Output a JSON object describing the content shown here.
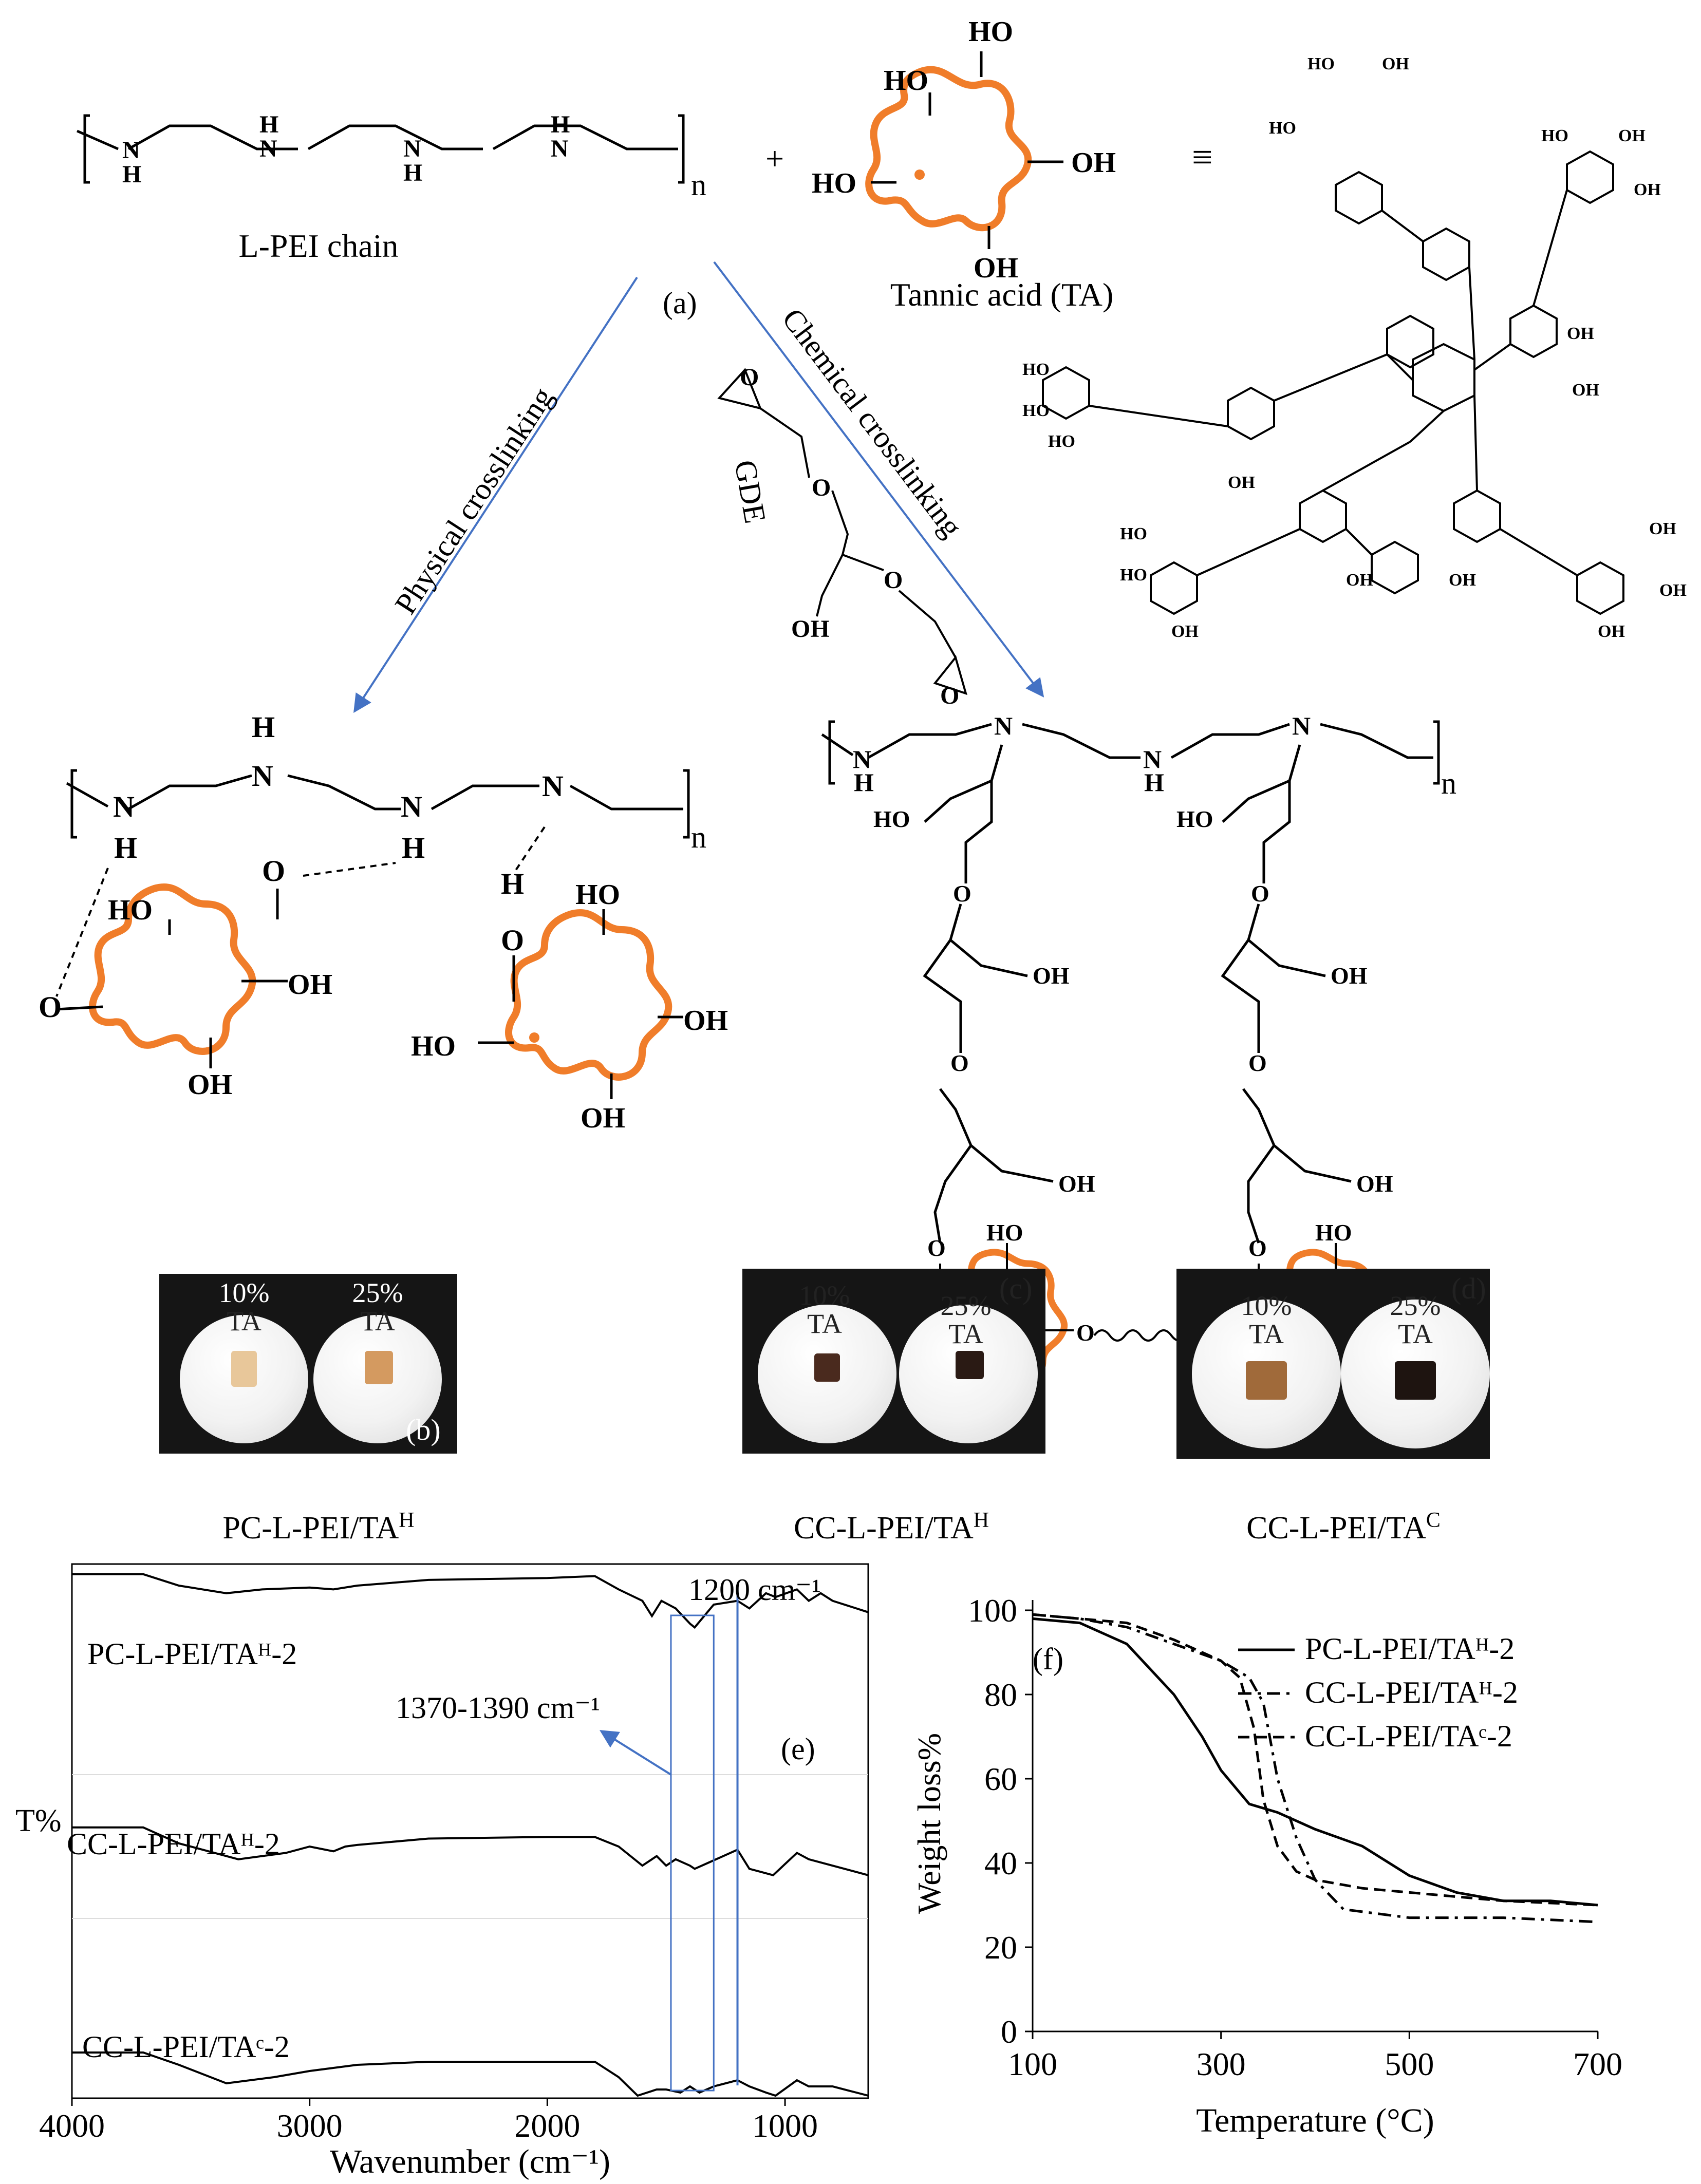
{
  "scheme": {
    "lpei_label": "L-PEI chain",
    "ta_label": "Tannic acid (TA)",
    "equiv_symbol": "≡",
    "plus": "+",
    "subscript_n": "n",
    "step_label": "(a)",
    "physical": "Physical crosslinking",
    "chemical": "Chemical crosslinking",
    "gde": "GDE",
    "atoms": {
      "N": "N",
      "H": "H",
      "O": "O",
      "HO": "HO",
      "OH": "OH"
    }
  },
  "photos": [
    {
      "id": "b",
      "panel": "(b)",
      "caption": "PC-L-PEI/TA",
      "caption_sup": "H",
      "samples": [
        {
          "pct": "10%",
          "ta": "TA",
          "color": "#e8c79a"
        },
        {
          "pct": "25%",
          "ta": "TA",
          "color": "#d49a60"
        }
      ]
    },
    {
      "id": "c",
      "panel": "(c)",
      "caption": "CC-L-PEI/TA",
      "caption_sup": "H",
      "samples": [
        {
          "pct": "10%",
          "ta": "TA",
          "color": "#4a2a1e"
        },
        {
          "pct": "25%",
          "ta": "TA",
          "color": "#2a1a14"
        }
      ]
    },
    {
      "id": "d",
      "panel": "(d)",
      "caption": "CC-L-PEI/TA",
      "caption_sup": "C",
      "samples": [
        {
          "pct": "10%",
          "ta": "TA",
          "color": "#a06a3a"
        },
        {
          "pct": "25%",
          "ta": "TA",
          "color": "#1e1410"
        }
      ]
    }
  ],
  "chart_data": [
    {
      "type": "line",
      "panel": "(e)",
      "ylabel": "T%",
      "xlabel": "Wavenumber (cm⁻¹)",
      "xlim": [
        4000,
        650
      ],
      "xticks": [
        "4000",
        "3000",
        "2000",
        "1000"
      ],
      "annotations": [
        "1200 cm⁻¹",
        "1370-1390 cm⁻¹"
      ],
      "series": [
        {
          "name": "PC-L-PEI/TAᴴ-2",
          "x": [
            4000,
            3700,
            3550,
            3350,
            3200,
            3000,
            2900,
            2800,
            2500,
            2000,
            1800,
            1700,
            1600,
            1560,
            1520,
            1460,
            1400,
            1380,
            1340,
            1300,
            1200,
            1150,
            1080,
            1040,
            950,
            900,
            850,
            800,
            700,
            650
          ],
          "y": [
            96,
            96,
            90,
            86,
            88,
            89,
            88,
            90,
            93,
            94,
            95,
            88,
            82,
            74,
            82,
            78,
            70,
            68,
            74,
            80,
            82,
            78,
            86,
            84,
            88,
            82,
            86,
            82,
            78,
            76
          ]
        },
        {
          "name": "CC-L-PEI/TAᴴ-2",
          "x": [
            4000,
            3700,
            3550,
            3300,
            3100,
            3000,
            2900,
            2850,
            2800,
            2500,
            2000,
            1800,
            1700,
            1600,
            1540,
            1500,
            1460,
            1400,
            1380,
            1320,
            1200,
            1150,
            1100,
            1050,
            950,
            900,
            800,
            700,
            650
          ],
          "y": [
            62,
            62,
            52,
            42,
            46,
            50,
            47,
            50,
            51,
            55,
            56,
            56,
            50,
            38,
            44,
            38,
            42,
            38,
            36,
            40,
            48,
            36,
            34,
            32,
            46,
            42,
            38,
            34,
            32
          ]
        },
        {
          "name": "CC-L-PEI/TAᶜ-2",
          "x": [
            4000,
            3700,
            3550,
            3350,
            3150,
            3000,
            2900,
            2800,
            2500,
            2000,
            1800,
            1700,
            1620,
            1580,
            1540,
            1500,
            1440,
            1400,
            1360,
            1300,
            1200,
            1150,
            1080,
            1040,
            950,
            900,
            800,
            700,
            650
          ],
          "y": [
            28,
            28,
            20,
            8,
            12,
            16,
            18,
            20,
            22,
            22,
            22,
            12,
            0,
            2,
            4,
            4,
            2,
            6,
            2,
            6,
            10,
            6,
            2,
            0,
            10,
            6,
            6,
            2,
            0
          ]
        }
      ]
    },
    {
      "type": "line",
      "panel": "(f)",
      "xlabel": "Temperature (°C)",
      "ylabel": "Weight loss%",
      "xlim": [
        100,
        700
      ],
      "ylim": [
        0,
        100
      ],
      "xticks": [
        "100",
        "300",
        "500",
        "700"
      ],
      "yticks": [
        "0",
        "20",
        "40",
        "60",
        "80",
        "100"
      ],
      "series": [
        {
          "name": "PC-L-PEI/TAᴴ-2",
          "style": "solid",
          "x": [
            100,
            150,
            200,
            250,
            280,
            300,
            330,
            360,
            400,
            450,
            500,
            550,
            600,
            650,
            700
          ],
          "y": [
            98,
            97,
            92,
            80,
            70,
            62,
            54,
            52,
            48,
            44,
            37,
            33,
            31,
            31,
            30
          ]
        },
        {
          "name": "CC-L-PEI/TAᴴ-2",
          "style": "dashdot",
          "x": [
            100,
            150,
            200,
            250,
            300,
            330,
            345,
            360,
            380,
            400,
            430,
            500,
            600,
            700
          ],
          "y": [
            99,
            98,
            96,
            92,
            88,
            84,
            78,
            60,
            46,
            36,
            29,
            27,
            27,
            26
          ]
        },
        {
          "name": "CC-L-PEI/TAᶜ-2",
          "style": "dashed",
          "x": [
            100,
            150,
            200,
            250,
            300,
            320,
            335,
            345,
            360,
            380,
            400,
            450,
            500,
            600,
            700
          ],
          "y": [
            99,
            98,
            97,
            93,
            88,
            84,
            72,
            55,
            44,
            38,
            36,
            34,
            33,
            31,
            30
          ]
        }
      ]
    }
  ]
}
